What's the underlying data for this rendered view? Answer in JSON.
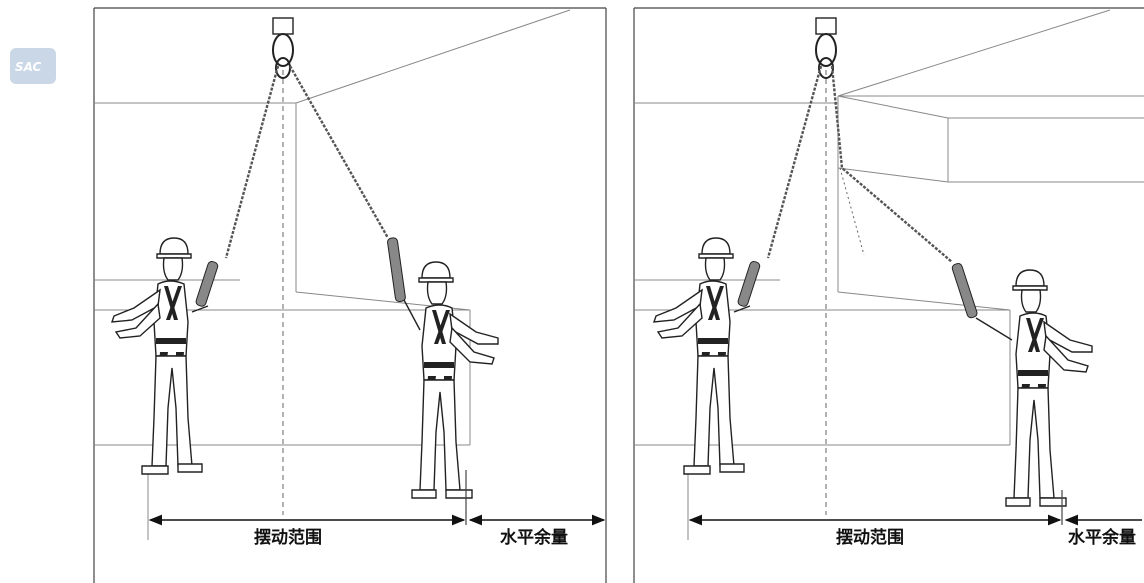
{
  "logo": {
    "text": "SAC"
  },
  "panels": [
    {
      "swing_label": "摆动范围",
      "clearance_label": "水平余量"
    },
    {
      "swing_label": "摆动范围",
      "clearance_label": "水平余量"
    }
  ]
}
